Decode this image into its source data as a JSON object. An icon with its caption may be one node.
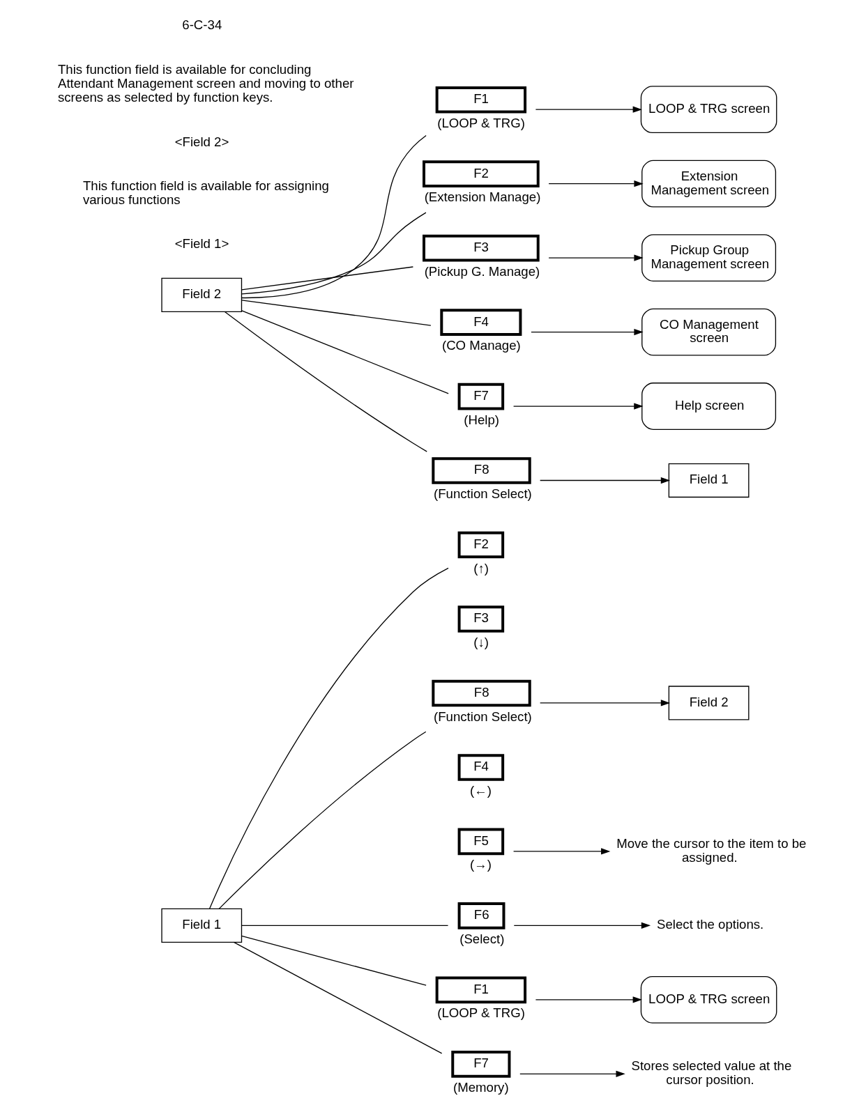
{
  "diagram": {
    "nodes": [
      {
        "text": [
          "Field 1"
        ]
      },
      {
        "text": [
          "F1"
        ],
        "beside": [
          "(LOOP & TRG)"
        ]
      },
      {
        "text": [
          "LOOP & TRG screen"
        ]
      },
      {
        "text": [
          "F2"
        ],
        "beside": [
          "(↑)"
        ]
      },
      {
        "text": [
          "F3"
        ],
        "beside": [
          "(↓)"
        ]
      },
      {
        "text": [
          "F4"
        ],
        "beside": [
          "(←)"
        ]
      },
      {
        "text": [
          "F5"
        ],
        "beside": [
          "(→)"
        ]
      },
      {
        "text": [
          "Move the cursor to the item to be assigned."
        ]
      },
      {
        "text": [
          "F6"
        ],
        "beside": [
          "(Select)"
        ]
      },
      {
        "text": [
          "Select the options."
        ]
      },
      {
        "text": [
          "F7"
        ],
        "beside": [
          "(Memory)"
        ]
      },
      {
        "text": [
          "Stores selected value at the cursor position."
        ]
      },
      {
        "text": [
          "F8"
        ],
        "beside": [
          "(Function Select)"
        ]
      },
      {
        "text": [
          "Field 2"
        ]
      },
      {
        "text": [
          "Field 2"
        ]
      },
      {
        "text": [
          "F1"
        ],
        "beside": [
          "(LOOP & TRG)"
        ]
      },
      {
        "text": [
          "LOOP & TRG screen"
        ]
      },
      {
        "text": [
          "F2"
        ],
        "beside": [
          "(Extension Manage)"
        ]
      },
      {
        "text": [
          "Extension Management screen"
        ]
      },
      {
        "text": [
          "F3"
        ],
        "beside": [
          "(Pickup G. Manage)"
        ]
      },
      {
        "text": [
          "Pickup Group Management screen"
        ]
      },
      {
        "text": [
          "F4"
        ],
        "beside": [
          "(CO Manage)"
        ]
      },
      {
        "text": [
          "CO Management screen"
        ]
      },
      {
        "text": [
          "F7"
        ],
        "beside": [
          "(Help)"
        ]
      },
      {
        "text": [
          "Help screen"
        ]
      },
      {
        "text": [
          "F8"
        ],
        "beside": [
          "(Function Select)"
        ]
      },
      {
        "text": [
          "Field 1"
        ]
      }
    ],
    "edges": [
      {
        "from": 0,
        "to": 1,
        "arrow": "none"
      },
      {
        "from": 1,
        "to": 2,
        "arrow": "to"
      },
      {
        "from": 0,
        "to": 3,
        "arrow": "none"
      },
      {
        "from": 6,
        "to": 7,
        "arrow": "to"
      },
      {
        "from": 0,
        "to": 8,
        "arrow": "none"
      },
      {
        "from": 8,
        "to": 9,
        "arrow": "to"
      },
      {
        "from": 0,
        "to": 10,
        "arrow": "none"
      },
      {
        "from": 10,
        "to": 11,
        "arrow": "to"
      },
      {
        "from": 0,
        "to": 12,
        "arrow": "none"
      },
      {
        "from": 12,
        "to": 13,
        "arrow": "to"
      },
      {
        "from": 14,
        "to": 15,
        "arrow": "none"
      },
      {
        "from": 15,
        "to": 16,
        "arrow": "to"
      },
      {
        "from": 14,
        "to": 17,
        "arrow": "none"
      },
      {
        "from": 17,
        "to": 18,
        "arrow": "to"
      },
      {
        "from": 14,
        "to": 19,
        "arrow": "none"
      },
      {
        "from": 19,
        "to": 20,
        "arrow": "to"
      },
      {
        "from": 14,
        "to": 21,
        "arrow": "none"
      },
      {
        "from": 21,
        "to": 22,
        "arrow": "to"
      },
      {
        "from": 14,
        "to": 23,
        "arrow": "none"
      },
      {
        "from": 23,
        "to": 24,
        "arrow": "to"
      },
      {
        "from": 14,
        "to": 25,
        "arrow": "none"
      },
      {
        "from": 25,
        "to": 26,
        "arrow": "to"
      }
    ],
    "labels": [
      "<Field 1>",
      "This function field is available for assigning various functions",
      "<Field 2>",
      "This function field is available for concluding Attendant Management screen and moving to other screens as selected by function keys.",
      "6-C-34"
    ]
  }
}
